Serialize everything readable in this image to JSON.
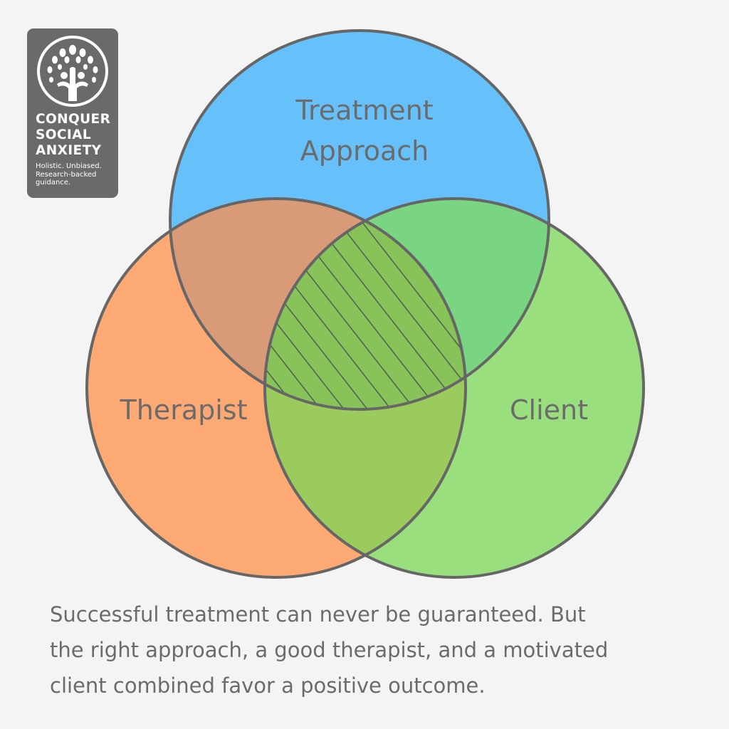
{
  "logo": {
    "title_lines": [
      "CONQUER",
      "SOCIAL",
      "ANXIETY"
    ],
    "tagline": "Holistic. Unbiased. Research-backed guidance."
  },
  "venn": {
    "circles": [
      {
        "id": "treatment-approach",
        "label_lines": [
          "Treatment",
          "Approach"
        ],
        "color": "#66c1fb"
      },
      {
        "id": "therapist",
        "label_lines": [
          "Therapist"
        ],
        "color": "#fda974"
      },
      {
        "id": "client",
        "label_lines": [
          "Client"
        ],
        "color": "#99df7e"
      }
    ],
    "overlap_colors": {
      "approach_therapist": "#d99b77",
      "approach_client": "#79d581",
      "therapist_client": "#9ccb5d",
      "all_three": "#88c35a"
    },
    "outline_color": "#666666"
  },
  "caption": {
    "lines": [
      "Successful treatment can never be guaranteed. But",
      "the right approach, a good therapist, and a motivated",
      "client combined favor a positive outcome."
    ]
  }
}
